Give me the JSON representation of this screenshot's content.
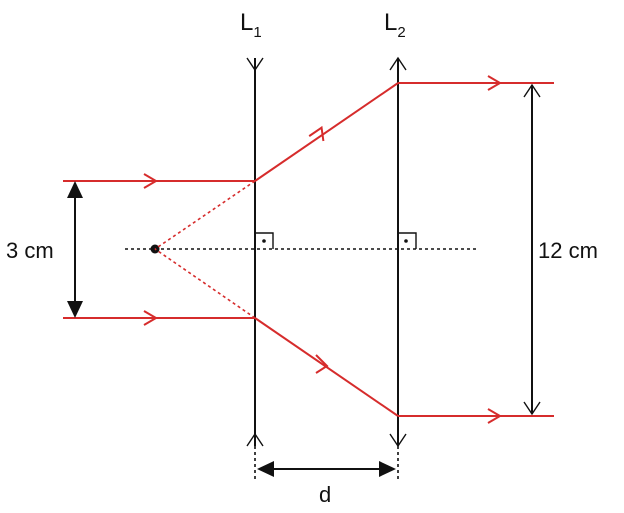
{
  "lenses": [
    {
      "label": "L",
      "subscript": "1",
      "type": "diverging"
    },
    {
      "label": "L",
      "subscript": "2",
      "type": "converging"
    }
  ],
  "labels": {
    "incoming_width": "3 cm",
    "outgoing_width": "12 cm",
    "separation": "d"
  },
  "colors": {
    "ray": "#d62c2c",
    "ink": "#111111"
  }
}
